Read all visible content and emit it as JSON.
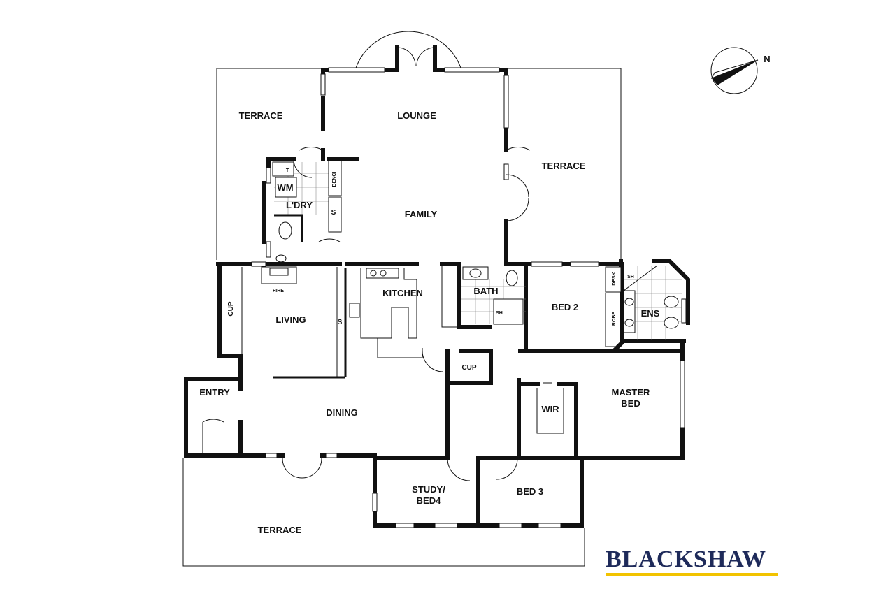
{
  "rooms": {
    "terrace_nw": "TERRACE",
    "lounge": "LOUNGE",
    "terrace_e": "TERRACE",
    "family": "FAMILY",
    "laundry": "L'DRY",
    "wm": "WM",
    "bench": "BENCH",
    "laundry_s": "S",
    "toilet_t": "T",
    "kitchen": "KITCHEN",
    "bath": "BATH",
    "bath_sh": "SH",
    "bed2": "BED 2",
    "desk": "DESK",
    "robe": "ROBE",
    "ens": "ENS",
    "ens_sh": "SH",
    "fire": "FIRE",
    "living": "LIVING",
    "living_s": "S",
    "cup_west": "CUP",
    "cup_hall": "CUP",
    "entry": "ENTRY",
    "dining": "DINING",
    "master_bed_line1": "MASTER",
    "master_bed_line2": "BED",
    "wir": "WIR",
    "study_line1": "STUDY/",
    "study_line2": "BED4",
    "bed3": "BED 3",
    "terrace_s": "TERRACE"
  },
  "compass": {
    "label": "N",
    "icon": "compass-north-arrow-icon"
  },
  "brand": {
    "name": "BLACKSHAW",
    "text_color": "#1e2a5a",
    "accent_color": "#f2c300"
  }
}
